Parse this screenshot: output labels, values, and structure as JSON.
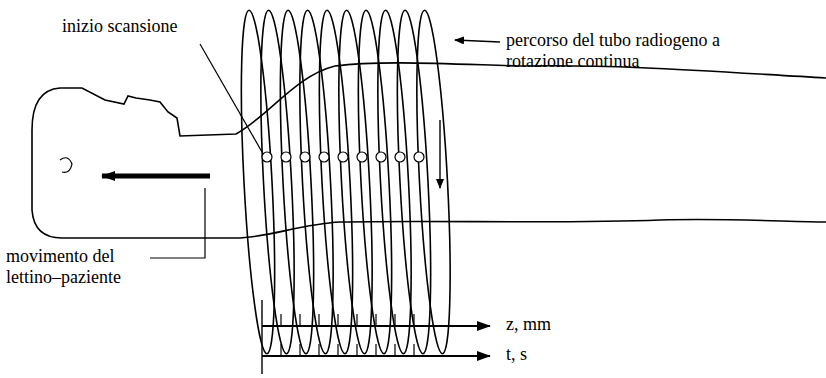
{
  "diagram": {
    "labels": [
      "inizio scansione",
      "percorso del tubo radiogeno a rotazione continua",
      "movimento del lettino–paziente",
      "z, mm",
      "t, s"
    ]
  }
}
